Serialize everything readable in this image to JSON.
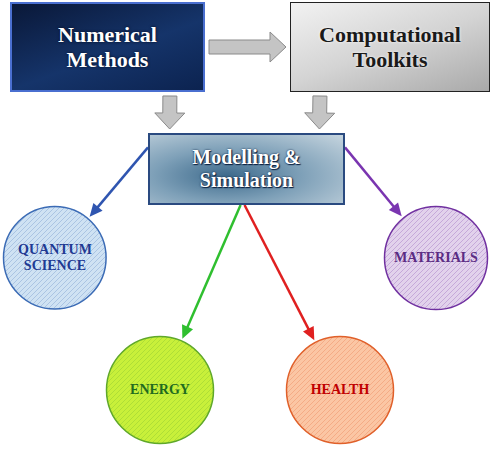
{
  "diagram": {
    "nodes": [
      {
        "text": [
          "Numerical Methods"
        ]
      },
      {
        "text": [
          "Computational Toolkits"
        ]
      },
      {
        "text": [
          "Modelling & Simulation"
        ]
      },
      {
        "text": [
          "QUANTUM SCIENCE"
        ]
      },
      {
        "text": [
          "MATERIALS"
        ]
      },
      {
        "text": [
          "ENERGY"
        ]
      },
      {
        "text": [
          "HEALTH"
        ]
      }
    ],
    "edges": [
      {
        "from": 0,
        "to": 1,
        "arrow": "to"
      },
      {
        "from": 0,
        "to": 2,
        "arrow": "to"
      },
      {
        "from": 1,
        "to": 2,
        "arrow": "to"
      },
      {
        "from": 2,
        "to": 3,
        "arrow": "to"
      },
      {
        "from": 2,
        "to": 4,
        "arrow": "to"
      },
      {
        "from": 2,
        "to": 5,
        "arrow": "to"
      },
      {
        "from": 2,
        "to": 6,
        "arrow": "to"
      }
    ]
  }
}
